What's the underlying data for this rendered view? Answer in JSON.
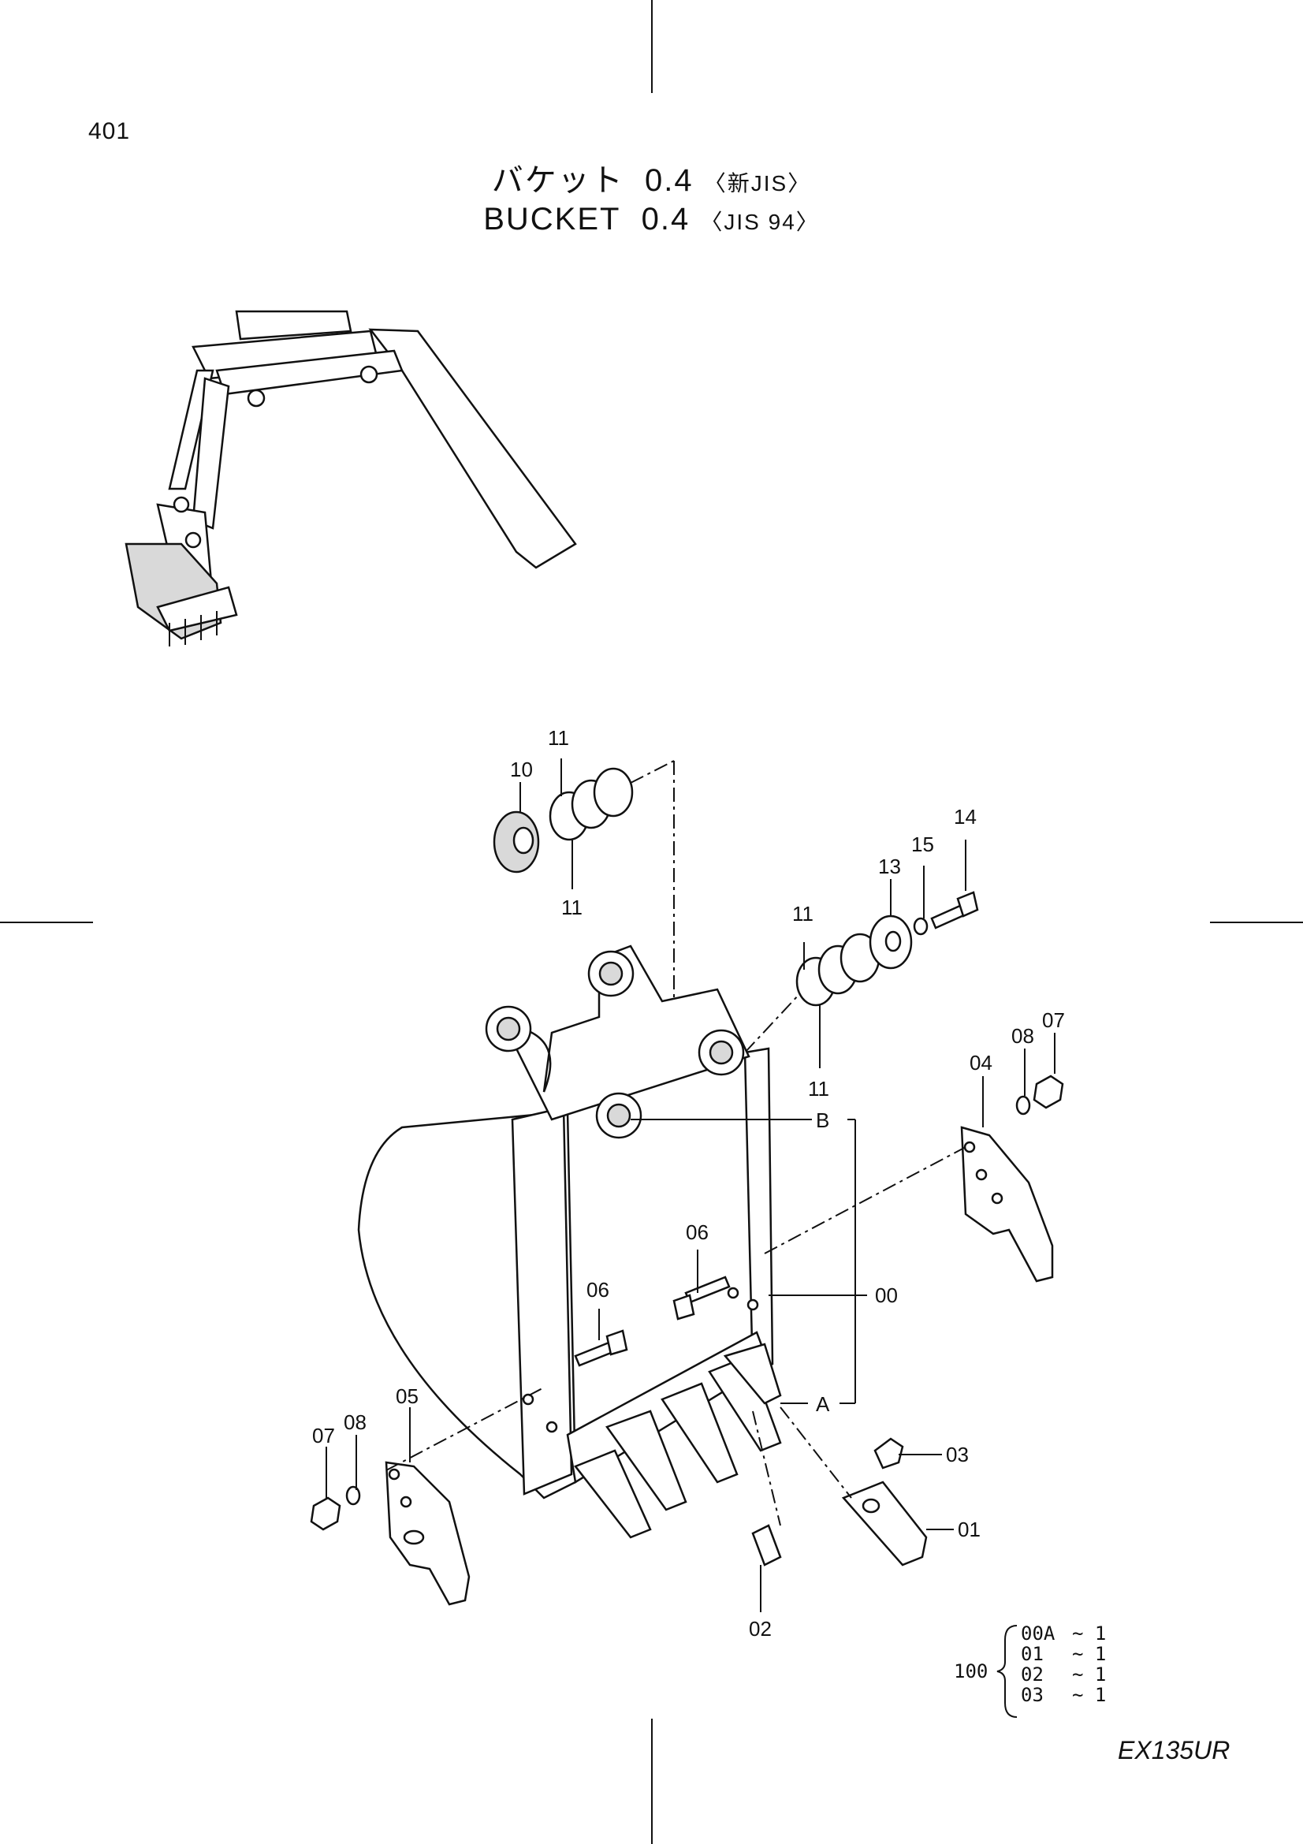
{
  "page_number": "401",
  "title_jp": "バケット",
  "title_en": "BUCKET",
  "capacity": "0.4",
  "standard_jp": "〈新JIS〉",
  "standard_en": "〈JIS 94〉",
  "model": "EX135UR",
  "callouts": {
    "c10": "10",
    "c11a": "11",
    "c11b": "11",
    "c11c": "11",
    "c11d": "11",
    "c13": "13",
    "c14": "14",
    "c15": "15",
    "c04": "04",
    "c07r": "07",
    "c08r": "08",
    "cB": "B",
    "c06a": "06",
    "c06b": "06",
    "c00": "00",
    "cA": "A",
    "c05": "05",
    "c07l": "07",
    "c08l": "08",
    "c03": "03",
    "c01": "01",
    "c02": "02"
  },
  "kit": {
    "label": "100",
    "items": [
      {
        "part": "00A",
        "qty": "~ 1"
      },
      {
        "part": "01",
        "qty": "~ 1"
      },
      {
        "part": "02",
        "qty": "~ 1"
      },
      {
        "part": "03",
        "qty": "~ 1"
      }
    ]
  }
}
